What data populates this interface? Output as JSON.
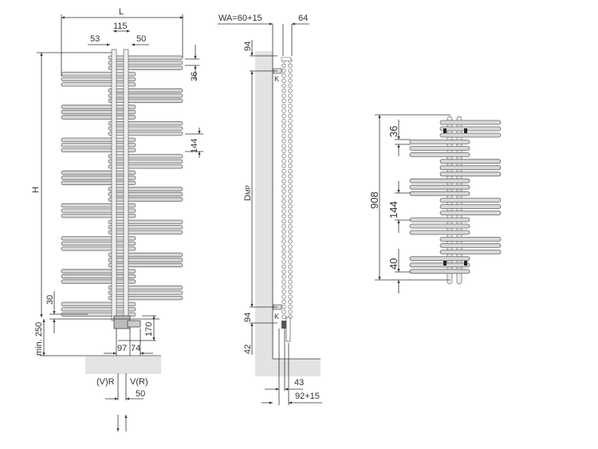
{
  "front_view": {
    "length_label": "L",
    "height_label": "H",
    "spacing_115": "115",
    "offset_53": "53",
    "offset_50": "50",
    "bar_gap_36": "36",
    "group_pitch_144": "144",
    "bottom_30": "30",
    "min_floor": "min. 250",
    "valve_170": "170",
    "valve_97": "97",
    "valve_74": "74",
    "flow_left": "(V)R",
    "flow_right": "V(R)",
    "pipe_spacing": "50"
  },
  "side_view": {
    "wall_distance": "WA=60+15",
    "depth_64": "64",
    "top_94": "94",
    "bottom_94": "94",
    "mounting_distance_main": "D",
    "mounting_distance_sub": "MP",
    "bracket_label_top": "K",
    "bracket_label_bottom": "K",
    "floor_42": "42",
    "depth_43": "43",
    "depth_92": "92+15"
  },
  "small_view": {
    "total_height": "908",
    "gap_36": "36",
    "pitch_144": "144",
    "bottom_40": "40"
  }
}
